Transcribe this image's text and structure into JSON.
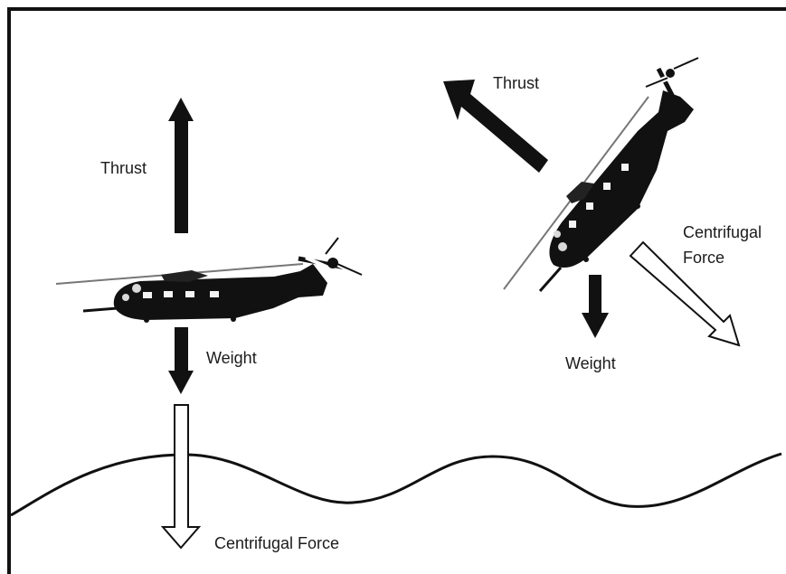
{
  "labels": {
    "level_thrust": "Thrust",
    "level_weight": "Weight",
    "level_centrifugal_force": "Centrifugal Force",
    "banked_thrust": "Thrust",
    "banked_centrifugal_force": "Centrifugal\nForce",
    "banked_weight": "Weight"
  },
  "colors": {
    "ink": "#111111",
    "outline": "#111111",
    "background": "#ffffff"
  },
  "icons": {
    "level_helicopter": "level-helicopter-icon",
    "banked_helicopter": "banked-helicopter-icon"
  }
}
